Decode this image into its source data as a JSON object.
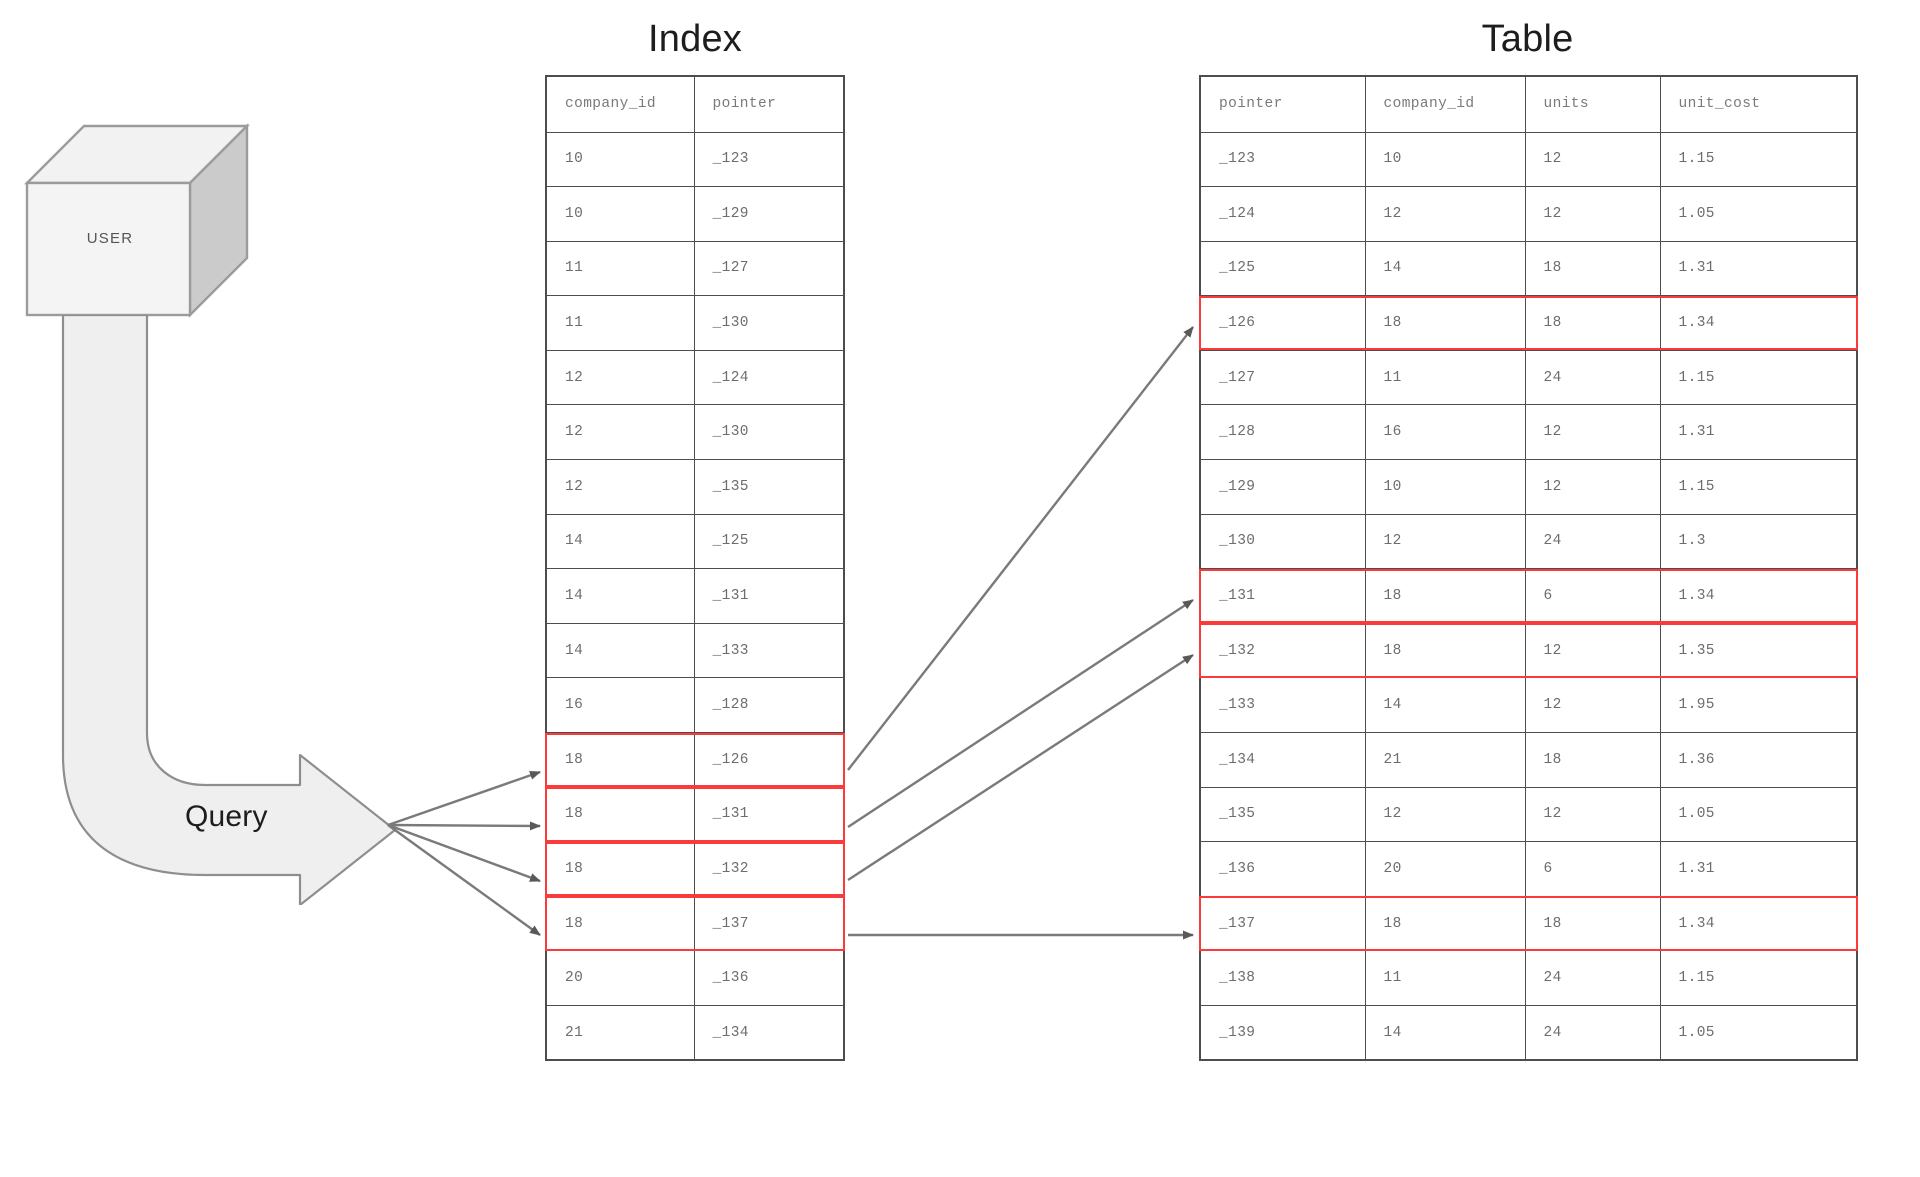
{
  "diagram": {
    "title_index": "Index",
    "title_table": "Table",
    "user_node_label": "USER",
    "query_arrow_label": "Query",
    "highlight_color": "#fb3b3b",
    "border_color": "#4d4d4d",
    "text_color": "#6d6d6d"
  },
  "index_table": {
    "name": "Index",
    "columns": [
      "company_id",
      "pointer"
    ],
    "rows": [
      {
        "company_id": "10",
        "pointer": "_123",
        "highlighted": false
      },
      {
        "company_id": "10",
        "pointer": "_129",
        "highlighted": false
      },
      {
        "company_id": "11",
        "pointer": "_127",
        "highlighted": false
      },
      {
        "company_id": "11",
        "pointer": "_130",
        "highlighted": false
      },
      {
        "company_id": "12",
        "pointer": "_124",
        "highlighted": false
      },
      {
        "company_id": "12",
        "pointer": "_130",
        "highlighted": false
      },
      {
        "company_id": "12",
        "pointer": "_135",
        "highlighted": false
      },
      {
        "company_id": "14",
        "pointer": "_125",
        "highlighted": false
      },
      {
        "company_id": "14",
        "pointer": "_131",
        "highlighted": false
      },
      {
        "company_id": "14",
        "pointer": "_133",
        "highlighted": false
      },
      {
        "company_id": "16",
        "pointer": "_128",
        "highlighted": false
      },
      {
        "company_id": "18",
        "pointer": "_126",
        "highlighted": true
      },
      {
        "company_id": "18",
        "pointer": "_131",
        "highlighted": true
      },
      {
        "company_id": "18",
        "pointer": "_132",
        "highlighted": true
      },
      {
        "company_id": "18",
        "pointer": "_137",
        "highlighted": true
      },
      {
        "company_id": "20",
        "pointer": "_136",
        "highlighted": false
      },
      {
        "company_id": "21",
        "pointer": "_134",
        "highlighted": false
      }
    ]
  },
  "data_table": {
    "name": "Table",
    "columns": [
      "pointer",
      "company_id",
      "units",
      "unit_cost"
    ],
    "rows": [
      {
        "pointer": "_123",
        "company_id": "10",
        "units": "12",
        "unit_cost": "1.15",
        "highlighted": false
      },
      {
        "pointer": "_124",
        "company_id": "12",
        "units": "12",
        "unit_cost": "1.05",
        "highlighted": false
      },
      {
        "pointer": "_125",
        "company_id": "14",
        "units": "18",
        "unit_cost": "1.31",
        "highlighted": false
      },
      {
        "pointer": "_126",
        "company_id": "18",
        "units": "18",
        "unit_cost": "1.34",
        "highlighted": true
      },
      {
        "pointer": "_127",
        "company_id": "11",
        "units": "24",
        "unit_cost": "1.15",
        "highlighted": false
      },
      {
        "pointer": "_128",
        "company_id": "16",
        "units": "12",
        "unit_cost": "1.31",
        "highlighted": false
      },
      {
        "pointer": "_129",
        "company_id": "10",
        "units": "12",
        "unit_cost": "1.15",
        "highlighted": false
      },
      {
        "pointer": "_130",
        "company_id": "12",
        "units": "24",
        "unit_cost": "1.3",
        "highlighted": false
      },
      {
        "pointer": "_131",
        "company_id": "18",
        "units": "6",
        "unit_cost": "1.34",
        "highlighted": true
      },
      {
        "pointer": "_132",
        "company_id": "18",
        "units": "12",
        "unit_cost": "1.35",
        "highlighted": true
      },
      {
        "pointer": "_133",
        "company_id": "14",
        "units": "12",
        "unit_cost": "1.95",
        "highlighted": false
      },
      {
        "pointer": "_134",
        "company_id": "21",
        "units": "18",
        "unit_cost": "1.36",
        "highlighted": false
      },
      {
        "pointer": "_135",
        "company_id": "12",
        "units": "12",
        "unit_cost": "1.05",
        "highlighted": false
      },
      {
        "pointer": "_136",
        "company_id": "20",
        "units": "6",
        "unit_cost": "1.31",
        "highlighted": false
      },
      {
        "pointer": "_137",
        "company_id": "18",
        "units": "18",
        "unit_cost": "1.34",
        "highlighted": true
      },
      {
        "pointer": "_138",
        "company_id": "11",
        "units": "24",
        "unit_cost": "1.15",
        "highlighted": false
      },
      {
        "pointer": "_139",
        "company_id": "14",
        "units": "24",
        "unit_cost": "1.05",
        "highlighted": false
      }
    ]
  },
  "connectors": {
    "query_to_index": [
      {
        "from": "query-arrow-tip",
        "to": "index-row-18-_126"
      },
      {
        "from": "query-arrow-tip",
        "to": "index-row-18-_131"
      },
      {
        "from": "query-arrow-tip",
        "to": "index-row-18-_132"
      },
      {
        "from": "query-arrow-tip",
        "to": "index-row-18-_137"
      }
    ],
    "index_to_table": [
      {
        "from": "index-row-18-_126",
        "to": "table-row-_126"
      },
      {
        "from": "index-row-18-_131",
        "to": "table-row-_131"
      },
      {
        "from": "index-row-18-_132",
        "to": "table-row-_132"
      },
      {
        "from": "index-row-18-_137",
        "to": "table-row-_137"
      }
    ]
  }
}
